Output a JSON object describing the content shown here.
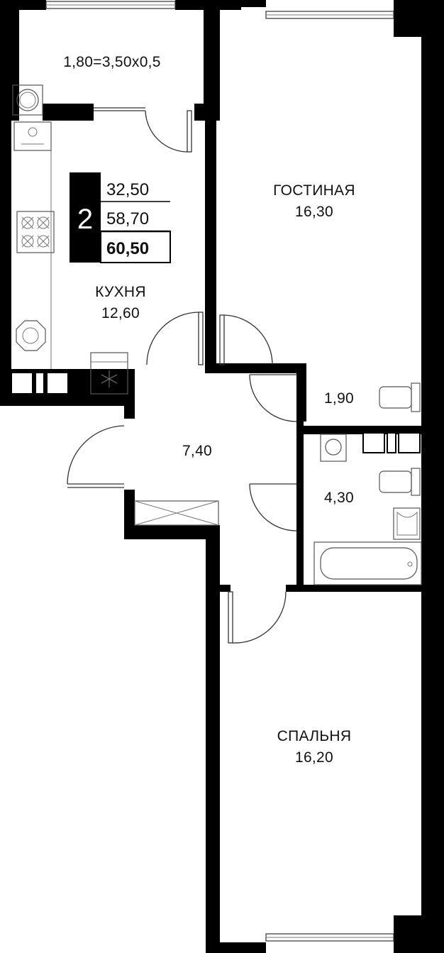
{
  "summary": {
    "rooms_count": "2",
    "living_area": "32,50",
    "total_area": "58,70",
    "total_area_with_balcony": "60,50"
  },
  "rooms": {
    "balcony": {
      "label": "1,80=3,50x0,5"
    },
    "kitchen": {
      "name": "КУХНЯ",
      "area": "12,60"
    },
    "living_room": {
      "name": "ГОСТИНАЯ",
      "area": "16,30"
    },
    "hallway": {
      "area": "7,40"
    },
    "toilet": {
      "area": "1,90"
    },
    "bathroom": {
      "area": "4,30"
    },
    "bedroom": {
      "name": "СПАЛЬНЯ",
      "area": "16,20"
    }
  }
}
